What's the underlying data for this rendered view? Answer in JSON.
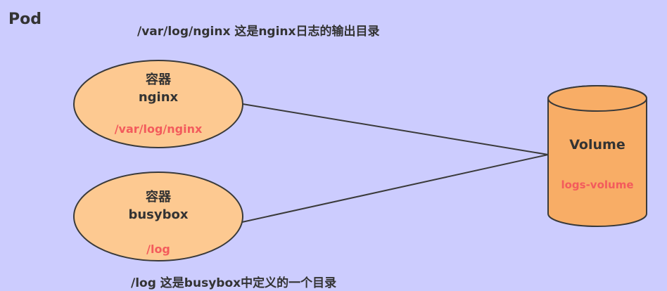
{
  "pod_label": "Pod",
  "nginx_note": "/var/log/nginx 这是nginx日志的输出目录",
  "busybox_note": "/log 这是busybox中定义的一个目录",
  "containers": [
    {
      "kind": "容器",
      "name": "nginx",
      "mount_path": "/var/log/nginx"
    },
    {
      "kind": "容器",
      "name": "busybox",
      "mount_path": "/log"
    }
  ],
  "volume": {
    "title": "Volume",
    "name": "logs-volume"
  },
  "colors": {
    "background": "#ccccfe",
    "container_fill": "#fdc991",
    "volume_fill": "#f8ad66",
    "outline": "#3a3a3a",
    "path_text": "#f35b5c",
    "text": "#333333"
  }
}
